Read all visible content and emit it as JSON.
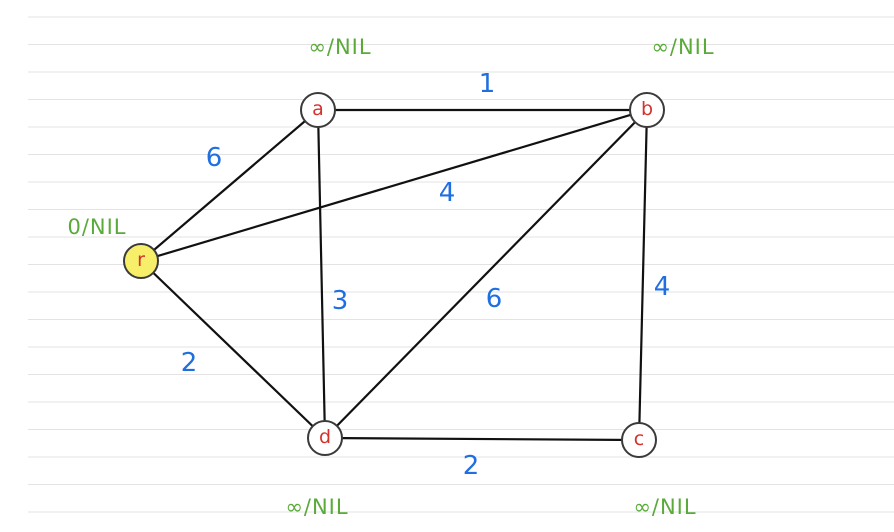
{
  "colors": {
    "node_label": "#d6312b",
    "weight": "#1f6fe0",
    "annotation": "#5aaa3a",
    "source_fill": "#f7ee6a",
    "edge": "#111111",
    "ruled_line": "#e3e3e3"
  },
  "graph": {
    "nodes": [
      {
        "id": "r",
        "label": "r",
        "annotation": "0/NIL",
        "source": true
      },
      {
        "id": "a",
        "label": "a",
        "annotation": "∞/NIL",
        "source": false
      },
      {
        "id": "b",
        "label": "b",
        "annotation": "∞/NIL",
        "source": false
      },
      {
        "id": "d",
        "label": "d",
        "annotation": "∞/NIL",
        "source": false
      },
      {
        "id": "c",
        "label": "c",
        "annotation": "∞/NIL",
        "source": false
      }
    ],
    "edges": [
      {
        "from": "r",
        "to": "a",
        "weight": "6"
      },
      {
        "from": "r",
        "to": "b",
        "weight": "4"
      },
      {
        "from": "r",
        "to": "d",
        "weight": "2"
      },
      {
        "from": "a",
        "to": "b",
        "weight": "1"
      },
      {
        "from": "a",
        "to": "d",
        "weight": "3"
      },
      {
        "from": "b",
        "to": "d",
        "weight": "6"
      },
      {
        "from": "b",
        "to": "c",
        "weight": "4"
      },
      {
        "from": "d",
        "to": "c",
        "weight": "2"
      }
    ]
  }
}
